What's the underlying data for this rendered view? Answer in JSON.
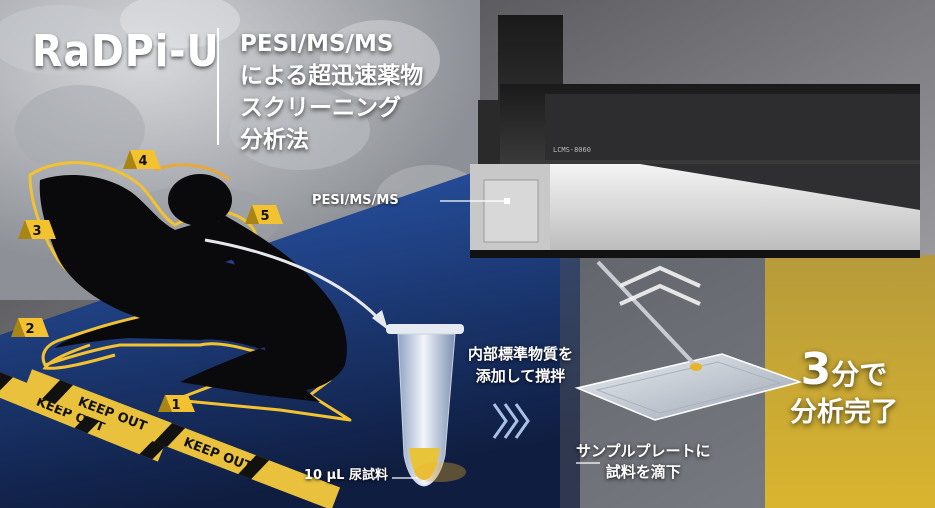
{
  "brand": {
    "title": "RaDPi-U"
  },
  "headline": {
    "line1": "PESI/MS/MS",
    "line2": "による超迅速薬物",
    "line3": "スクリーニング",
    "line4": "分析法"
  },
  "instrument": {
    "label": "PESI/MS/MS",
    "panel_text": "LCMS-8060"
  },
  "markers": [
    {
      "id": 1,
      "label": "1"
    },
    {
      "id": 2,
      "label": "2"
    },
    {
      "id": 3,
      "label": "3"
    },
    {
      "id": 4,
      "label": "4"
    },
    {
      "id": 5,
      "label": "5"
    }
  ],
  "tape_text": "KEEP OUT",
  "steps": {
    "tube_label": "10 µL 尿試料",
    "mix_line1": "内部標準物質を",
    "mix_line2": "添加して撹拌",
    "plate_line1": "サンプルプレートに",
    "plate_line2": "試料を滴下"
  },
  "result": {
    "number": "3",
    "unit": "分で",
    "line2": "分析完了"
  },
  "colors": {
    "accent_yellow": "#e9c13c",
    "marker_yellow": "#f2c230",
    "scene_blue": "#1d3f86",
    "gold_panel": "#c9a531"
  }
}
